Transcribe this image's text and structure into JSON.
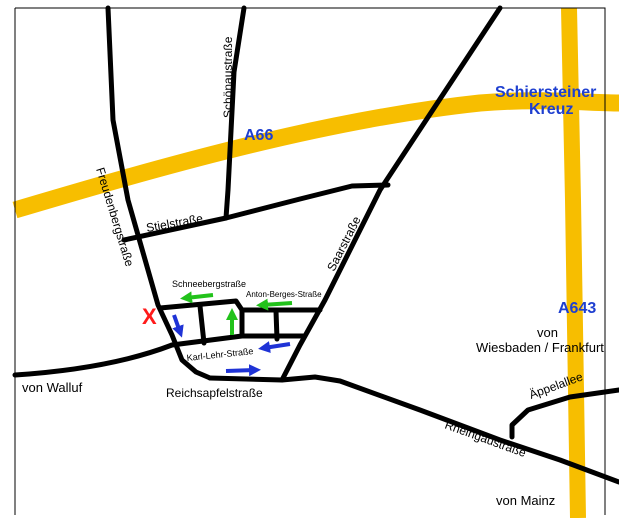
{
  "map": {
    "colors": {
      "background": "#ffffff",
      "border": "#000000",
      "road": "#000000",
      "highway": "#f7be00",
      "highway_label": "#1e3fd0",
      "arrow_green": "#22c21b",
      "arrow_blue": "#1f33d6",
      "marker": "#ff1a1a"
    },
    "highways": {
      "a66": "A66",
      "a643": "A643",
      "junction": [
        "Schiersteiner",
        "Kreuz"
      ]
    },
    "streets": {
      "schoenau": "Schönaustraße",
      "freudenberg": "Freudenbergstraße",
      "stiel": "Stielstraße",
      "saar": "Saarstraße",
      "schneeberg": "Schneebergstraße",
      "anton_berges": "Anton-Berges-Straße",
      "karl_lehr": "Karl-Lehr-Straße",
      "reichsapfel": "Reichsapfelstraße",
      "aeppelallee": "Äppelallee",
      "rheingau": "Rheingaustraße"
    },
    "directions": {
      "walluf": "von Walluf",
      "wiesbaden": [
        "von",
        "Wiesbaden / Frankfurt"
      ],
      "mainz": "von Mainz"
    },
    "marker": {
      "symbol": "X",
      "meaning": "destination"
    },
    "arrows": [
      {
        "color": "green",
        "direction": "left"
      },
      {
        "color": "green",
        "direction": "up"
      },
      {
        "color": "green",
        "direction": "left"
      },
      {
        "color": "blue",
        "direction": "down"
      },
      {
        "color": "blue",
        "direction": "left"
      },
      {
        "color": "blue",
        "direction": "right"
      }
    ]
  }
}
